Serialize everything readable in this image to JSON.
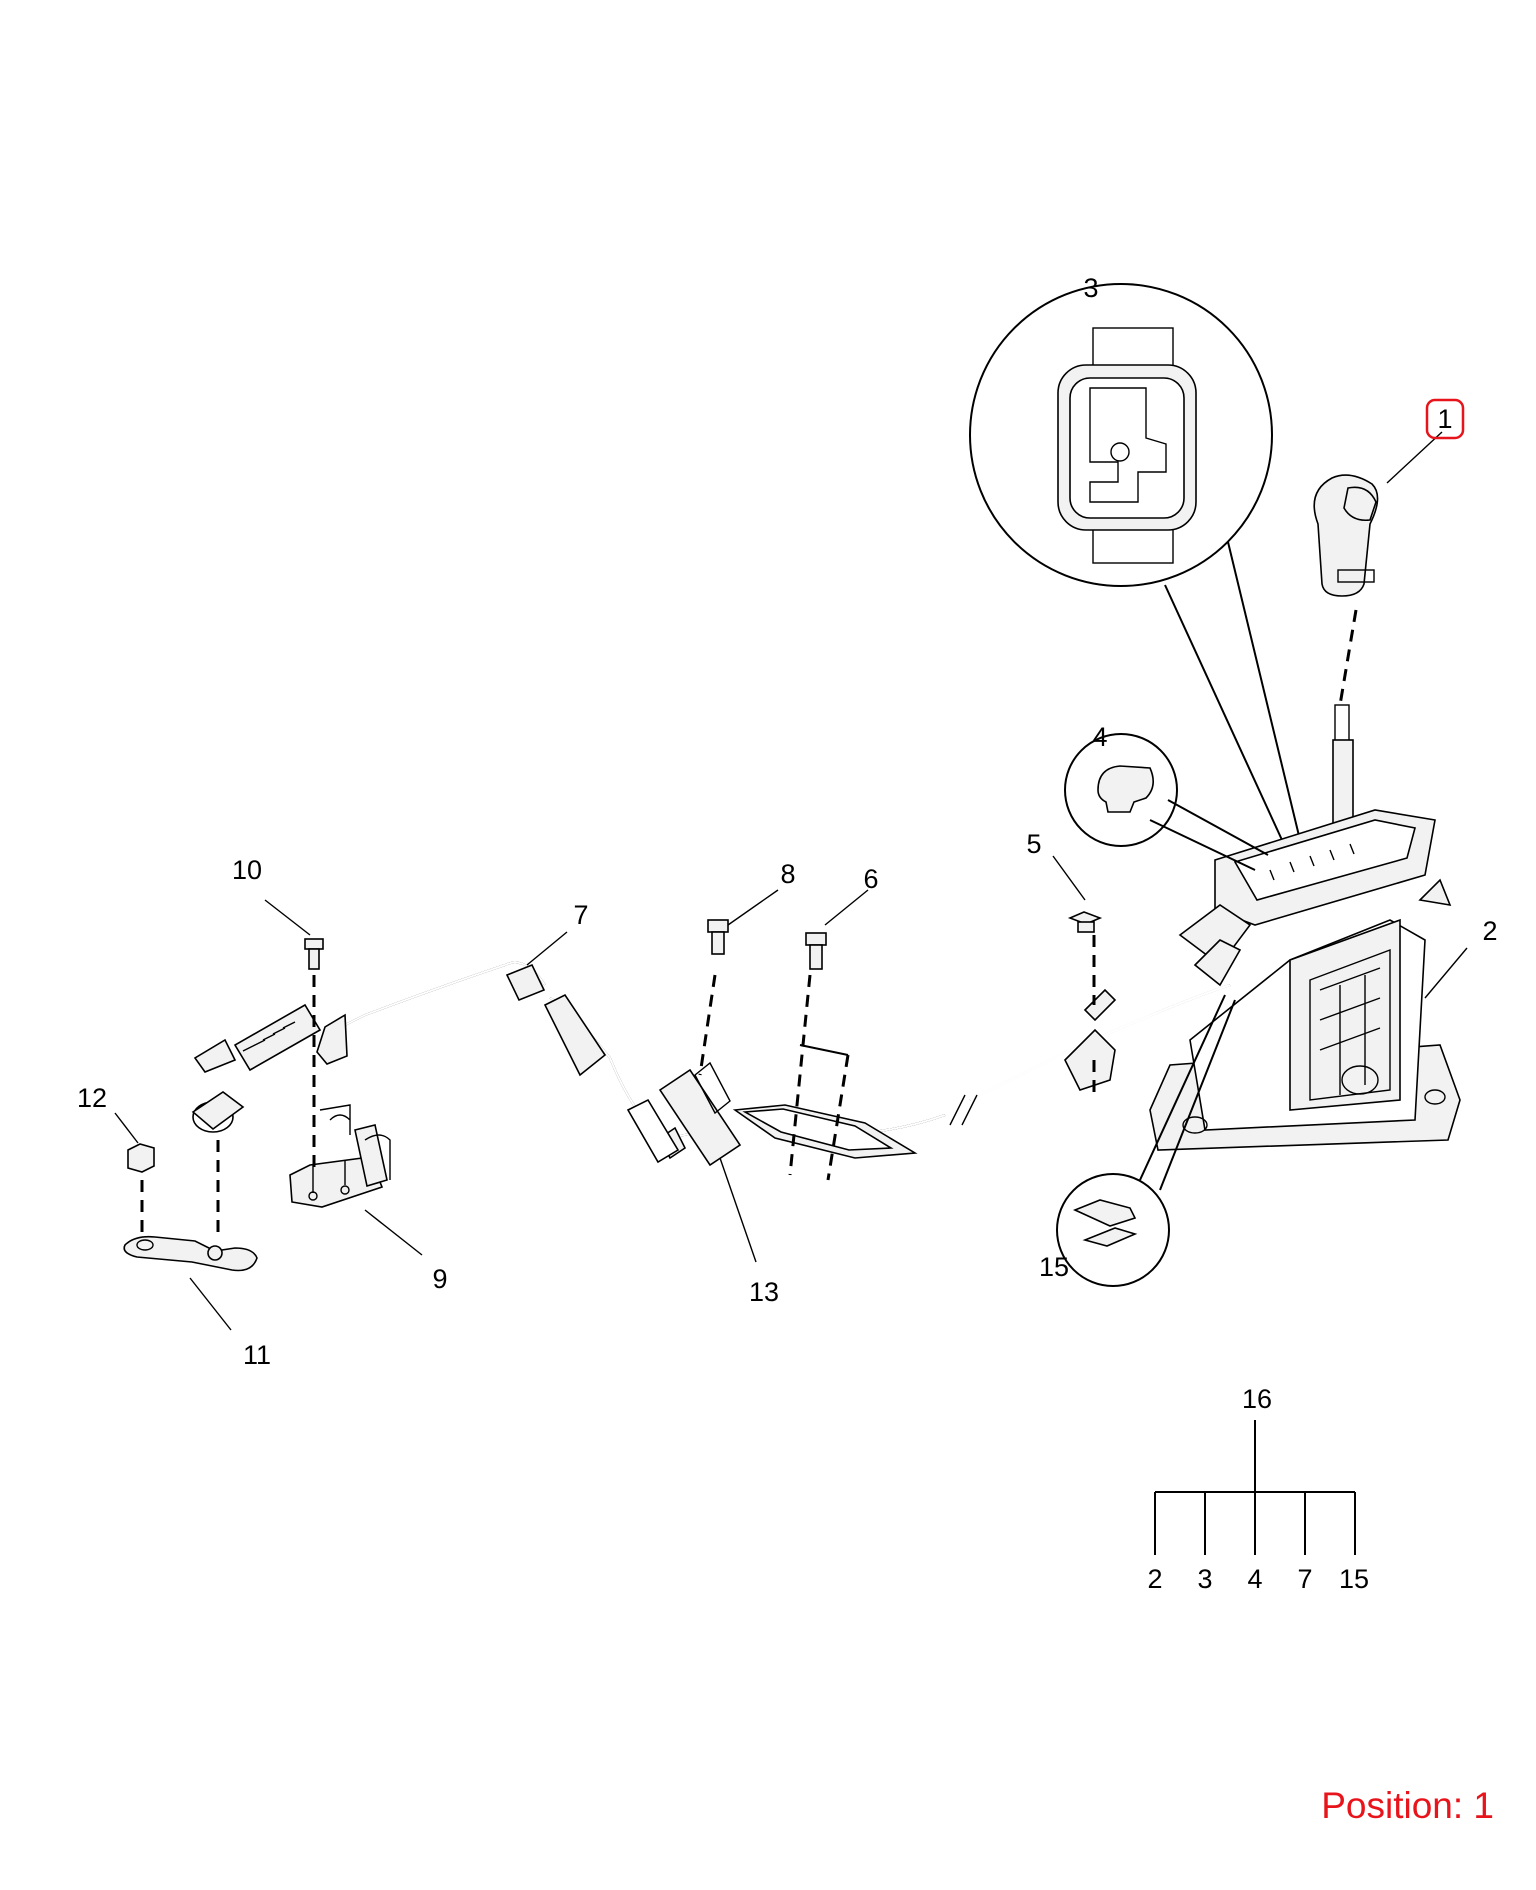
{
  "callouts": {
    "c1": "1",
    "c2": "2",
    "c3": "3",
    "c4": "4",
    "c5": "5",
    "c6": "6",
    "c7": "7",
    "c8": "8",
    "c9": "9",
    "c10": "10",
    "c11": "11",
    "c12": "12",
    "c13": "13",
    "c15": "15",
    "c16": "16"
  },
  "kit_tree": {
    "parent": "16",
    "children": [
      "2",
      "3",
      "4",
      "7",
      "15"
    ]
  },
  "position": "Position: 1",
  "colors": {
    "highlight": "#e8141b",
    "line": "#000000"
  }
}
